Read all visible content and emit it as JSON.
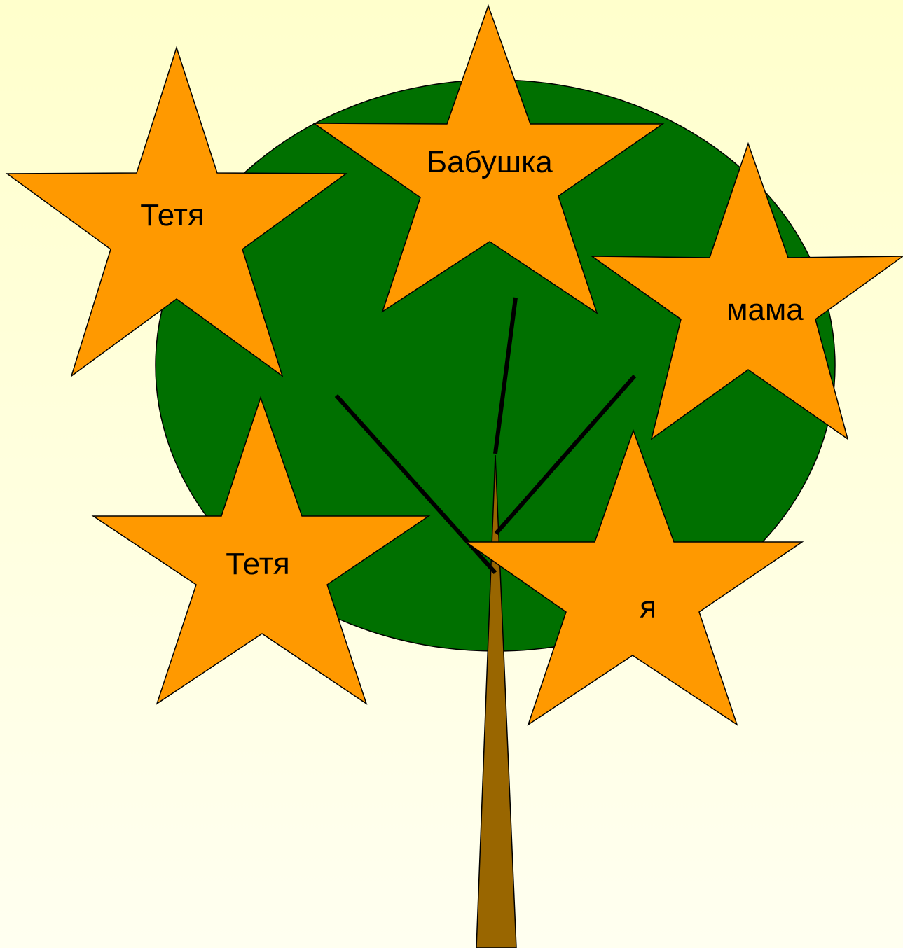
{
  "colors": {
    "background_top": "#FFFFCC",
    "background_bottom": "#FFFFF0",
    "crown": "#007000",
    "trunk": "#996600",
    "star_fill": "#FF9900",
    "star_stroke": "#000000",
    "branch": "#000000"
  },
  "stars": [
    {
      "id": "aunt-1",
      "label": "Тетя"
    },
    {
      "id": "grandmother",
      "label": "Бабушка"
    },
    {
      "id": "mother",
      "label": "мама"
    },
    {
      "id": "aunt-2",
      "label": "Тетя"
    },
    {
      "id": "me",
      "label": "я"
    }
  ]
}
